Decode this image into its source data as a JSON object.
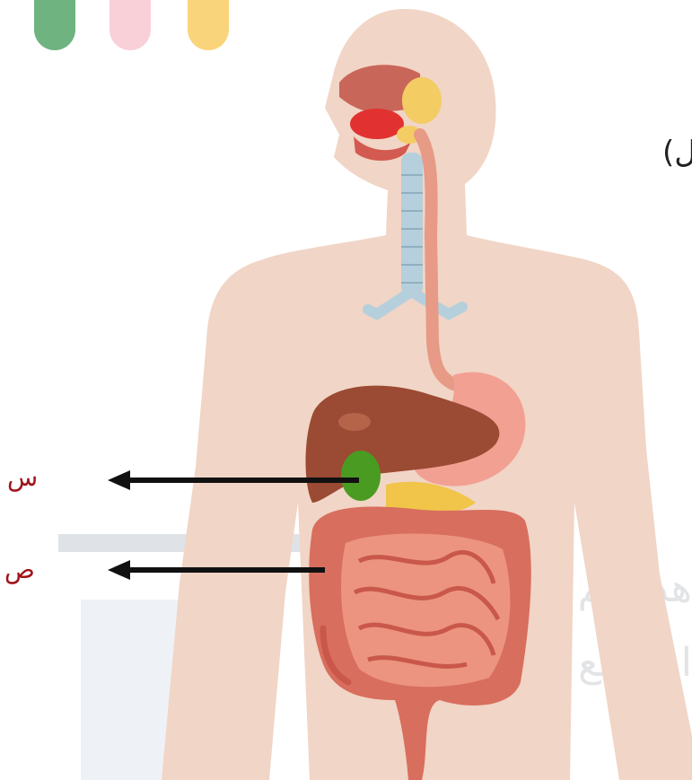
{
  "labels": {
    "s": "س",
    "sad": "ص"
  },
  "cut_text": {
    "paren": "ل)",
    "watermark_1": "هذا الم",
    "watermark_2": "اهج الع"
  },
  "colors": {
    "label": "#a0141a",
    "arrow": "#111111",
    "body": "#f1d5c6",
    "liver": "#9b4a33",
    "stomach": "#f2a092",
    "intestine": "#d86e5e",
    "gallbladder": "#4a9b22",
    "pancreas": "#f0c54a",
    "trachea": "#b5d0dc",
    "pill_green": "#6fb380",
    "pill_pink": "#f9cfd8",
    "pill_yellow": "#fad47a"
  },
  "icons": [
    "human-body-figure",
    "digestive-system-illustration"
  ]
}
